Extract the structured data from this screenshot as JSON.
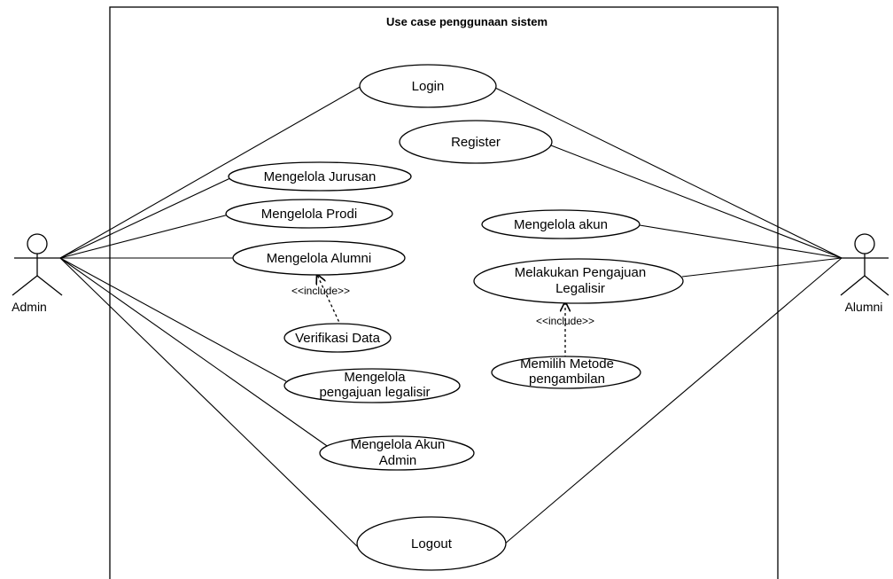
{
  "system": {
    "title": "Use case penggunaan sistem"
  },
  "actors": {
    "admin": "Admin",
    "alumni": "Alumni"
  },
  "use_cases": {
    "login": "Login",
    "register": "Register",
    "mengelola_jurusan": "Mengelola Jurusan",
    "mengelola_prodi": "Mengelola Prodi",
    "mengelola_alumni": "Mengelola Alumni",
    "verifikasi_data": "Verifikasi Data",
    "mengelola_pengajuan_legalisir": [
      "Mengelola",
      "pengajuan legalisir"
    ],
    "mengelola_akun_admin": [
      "Mengelola Akun",
      "Admin"
    ],
    "logout": "Logout",
    "mengelola_akun": "Mengelola akun",
    "melakukan_pengajuan_legalisir": [
      "Melakukan Pengajuan",
      "Legalisir"
    ],
    "memilih_metode_pengambilan": [
      "Memilih Metode",
      "pengambilan"
    ]
  },
  "relations": {
    "include_label": "<<include>>"
  },
  "colors": {
    "stroke": "#000000",
    "fill": "#ffffff"
  }
}
